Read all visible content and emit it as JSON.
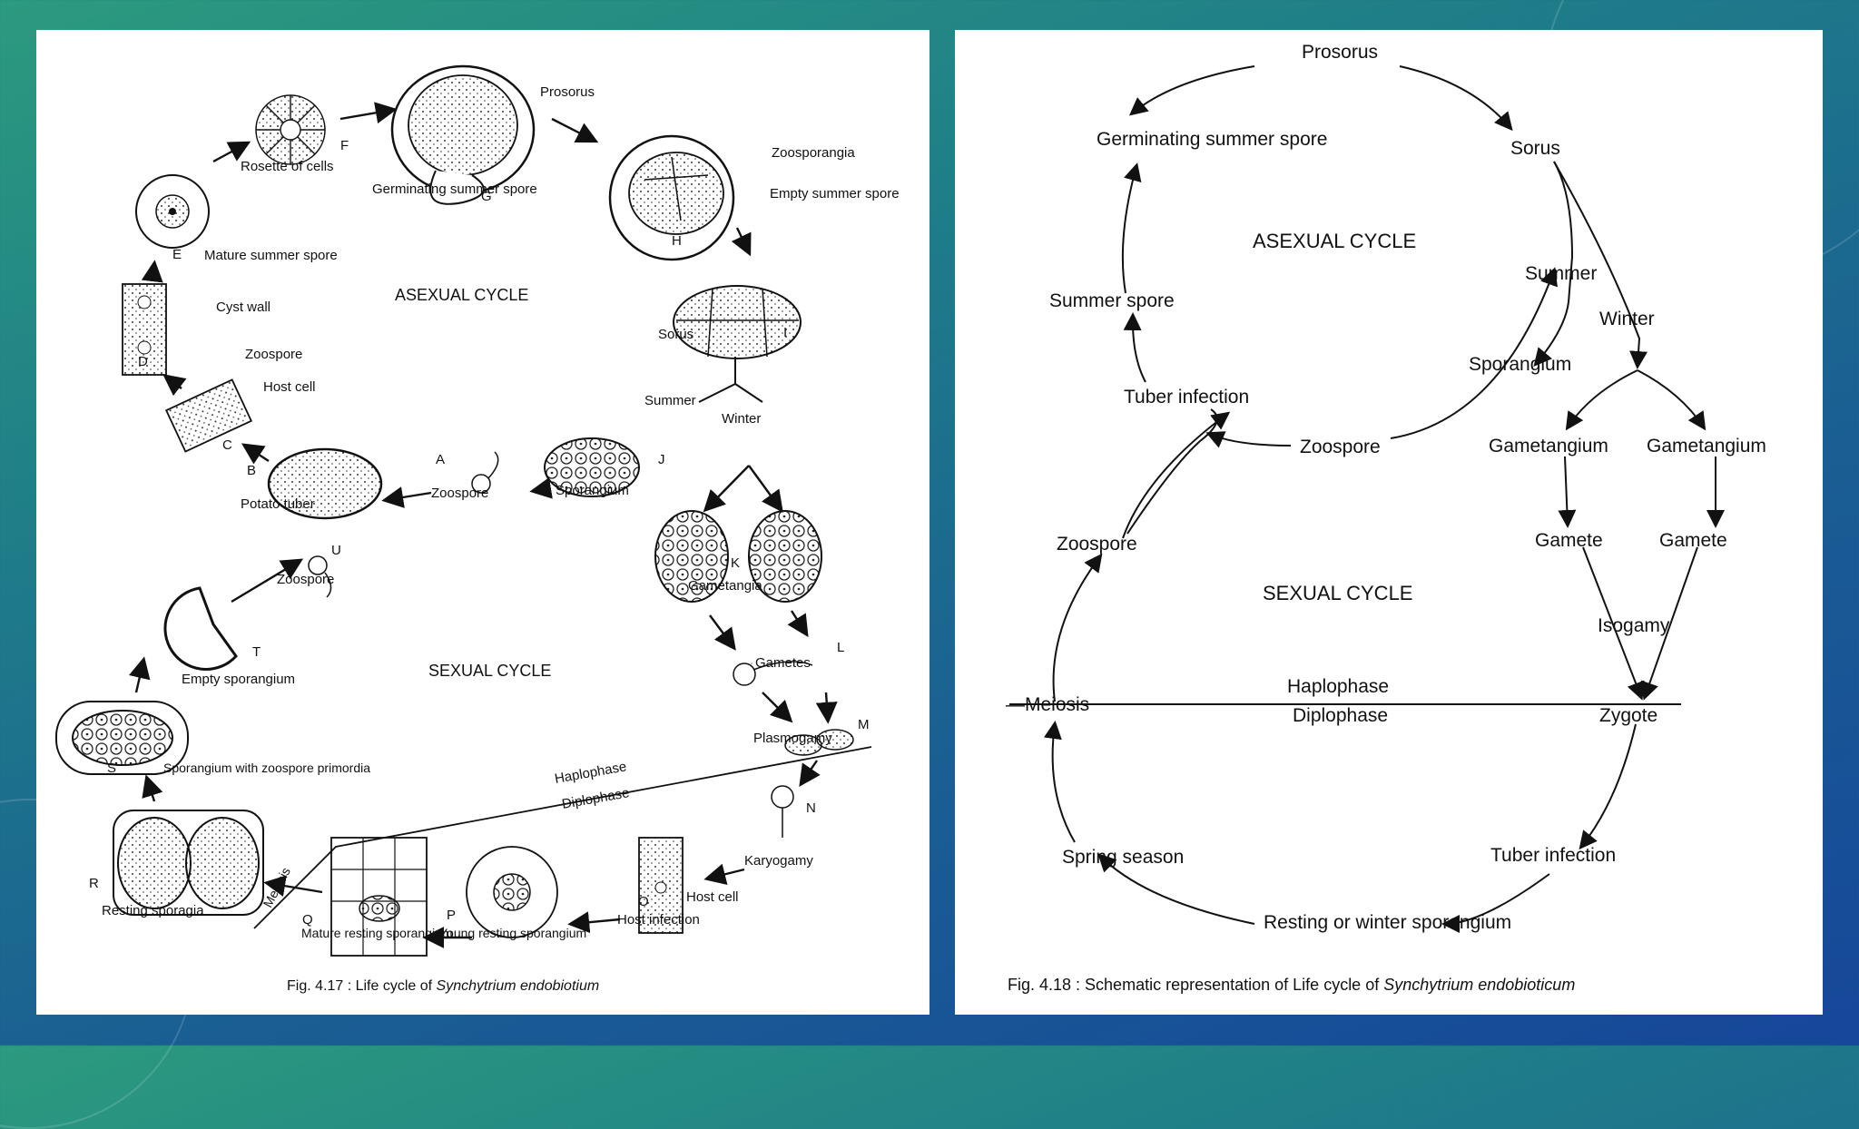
{
  "left_figure": {
    "caption_prefix": "Fig. 4.17 : Life cycle of ",
    "caption_italic": "Synchytrium endobiotium",
    "cycle_labels": {
      "asexual": "ASEXUAL CYCLE",
      "sexual": "SEXUAL CYCLE"
    },
    "phase_labels": {
      "haplophase": "Haplophase",
      "diplophase": "Diplophase",
      "meiosis": "Meiosis"
    },
    "stages": {
      "A": {
        "letter": "A",
        "label": "Zoospore"
      },
      "B": {
        "letter": "B",
        "label": "Potato tuber"
      },
      "C": {
        "letter": "C",
        "label": "Host cell"
      },
      "C_zoospore": {
        "label": "Zoospore"
      },
      "D": {
        "letter": "D",
        "label": "Cyst wall"
      },
      "E": {
        "letter": "E",
        "label": "Mature summer spore"
      },
      "F": {
        "letter": "F",
        "label": "Rosette of cells"
      },
      "G": {
        "letter": "G",
        "label": "Germinating summer spore"
      },
      "G_prosorus": {
        "label": "Prosorus"
      },
      "H": {
        "letter": "H",
        "label": "Empty summer spore"
      },
      "H_zoo": {
        "label": "Zoosporangia"
      },
      "I": {
        "letter": "I",
        "label": "Sorus"
      },
      "J": {
        "letter": "J",
        "label": "Sporangium"
      },
      "K": {
        "letter": "K",
        "label": "Gametangia"
      },
      "L": {
        "letter": "L",
        "label": "Gametes"
      },
      "M": {
        "letter": "M",
        "label": "Plasmogamy"
      },
      "N": {
        "letter": "N",
        "label": "Karyogamy"
      },
      "O": {
        "letter": "O",
        "label": "Host infection"
      },
      "O_host": {
        "label": "Host cell"
      },
      "P": {
        "letter": "P",
        "label": "Young resting sporangium"
      },
      "Q": {
        "letter": "Q",
        "label": "Mature resting sporangium"
      },
      "R": {
        "letter": "R",
        "label": "Resting sporagia"
      },
      "S": {
        "letter": "S",
        "label": "Sporangium with zoospore primordia"
      },
      "T": {
        "letter": "T",
        "label": "Empty sporangium"
      },
      "U": {
        "letter": "U",
        "label": "Zoospore"
      }
    },
    "branch_labels": {
      "summer": "Summer",
      "winter": "Winter"
    }
  },
  "right_figure": {
    "caption_prefix": "Fig. 4.18 : Schematic representation of Life cycle of ",
    "caption_italic": "Synchytrium endobioticum",
    "cycle_labels": {
      "asexual": "ASEXUAL CYCLE",
      "sexual": "SEXUAL CYCLE"
    },
    "nodes": {
      "prosorus": "Prosorus",
      "sorus": "Sorus",
      "germinating": "Germinating summer spore",
      "summer_spore": "Summer spore",
      "tuber_infection_top": "Tuber infection",
      "zoospore_top": "Zoospore",
      "summer": "Summer",
      "sporangium": "Sporangium",
      "winter": "Winter",
      "gametangium_1": "Gametangium",
      "gametangium_2": "Gametangium",
      "gamete_1": "Gamete",
      "gamete_2": "Gamete",
      "isogamy": "Isogamy",
      "zoospore_left": "Zoospore",
      "meiosis": "Meiosis",
      "haplophase": "Haplophase",
      "diplophase": "Diplophase",
      "zygote": "Zygote",
      "spring_season": "Spring season",
      "tuber_infection_bottom": "Tuber infection",
      "resting": "Resting or winter sporangium"
    }
  }
}
